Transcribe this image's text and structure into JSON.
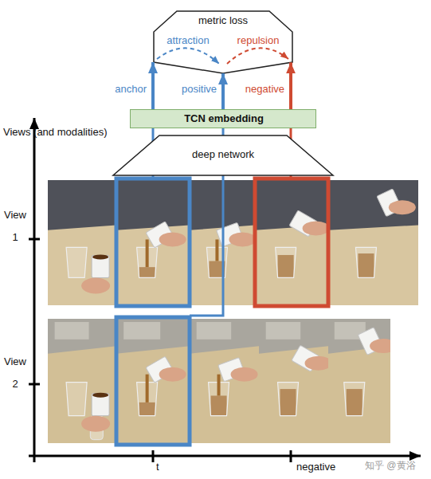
{
  "diagram": {
    "nodes": [
      {
        "text": [
          "metric loss",
          "attraction",
          "repulsion"
        ]
      },
      {
        "text": [
          "TCN embedding"
        ]
      },
      {
        "text": [
          "deep network"
        ]
      }
    ],
    "edges": [
      {
        "from": 1,
        "to": 0,
        "arrow": "to",
        "label": "anchor"
      },
      {
        "from": 1,
        "to": 0,
        "arrow": "to",
        "label": "positive"
      },
      {
        "from": 1,
        "to": 0,
        "arrow": "to",
        "label": "negative"
      }
    ],
    "labels": [
      "Views (and modalities)",
      "View 1",
      "View 2",
      "t",
      "negative",
      "知乎 @黄浴"
    ]
  }
}
